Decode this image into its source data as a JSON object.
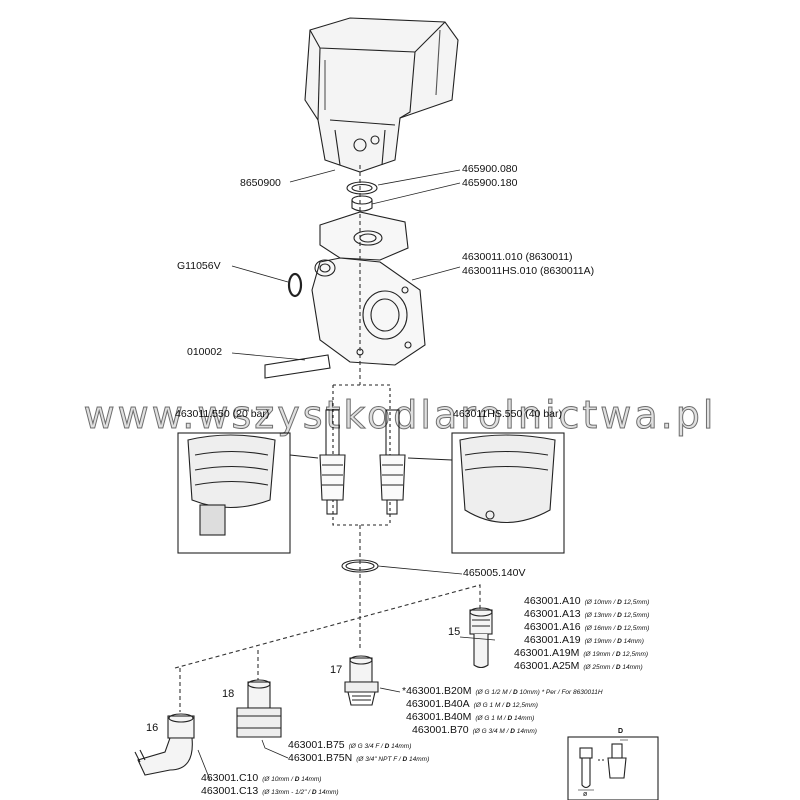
{
  "callouts": {
    "actuator": "8650900",
    "oring_top_080": "465900.080",
    "washer_180": "465900.180",
    "side_oring": "G11056V",
    "body_1": "4630011.010 (8630011)",
    "body_2": "4630011HS.010 (8630011A)",
    "clip": "010002",
    "piston_20": "463011.550 (20 bar)",
    "piston_40": "463011HS.550 (40 bar)",
    "bottom_oring": "465005.140V"
  },
  "groups": {
    "g15": {
      "number": "15",
      "items": [
        {
          "code": "463001.A10",
          "spec_pre": "(Ø 10mm / ",
          "spec_d": "D",
          "spec_post": " 12,5mm)"
        },
        {
          "code": "463001.A13",
          "spec_pre": "(Ø 13mm / ",
          "spec_d": "D",
          "spec_post": " 12,5mm)"
        },
        {
          "code": "463001.A16",
          "spec_pre": "(Ø 16mm / ",
          "spec_d": "D",
          "spec_post": " 12,5mm)"
        },
        {
          "code": "463001.A19",
          "spec_pre": "(Ø 19mm / ",
          "spec_d": "D",
          "spec_post": " 14mm)"
        },
        {
          "code": "463001.A19M",
          "spec_pre": "(Ø 19mm / ",
          "spec_d": "D",
          "spec_post": " 12,5mm)"
        },
        {
          "code": "463001.A25M",
          "spec_pre": "(Ø 25mm / ",
          "spec_d": "D",
          "spec_post": " 14mm)"
        }
      ]
    },
    "g17": {
      "number": "17",
      "items": [
        {
          "code": "*463001.B20M",
          "spec_pre": "(Ø G 1/2 M / ",
          "spec_d": "D",
          "spec_post": " 10mm) * Per / For 8630011H"
        },
        {
          "code": "463001.B40A",
          "spec_pre": "(Ø G 1 M / ",
          "spec_d": "D",
          "spec_post": " 12,5mm)"
        },
        {
          "code": "463001.B40M",
          "spec_pre": "(Ø G 1 M / ",
          "spec_d": "D",
          "spec_post": " 14mm)"
        },
        {
          "code": "463001.B70",
          "spec_pre": "(Ø G 3/4 M / ",
          "spec_d": "D",
          "spec_post": " 14mm)"
        }
      ]
    },
    "g18": {
      "number": "18",
      "items": [
        {
          "code": "463001.B75",
          "spec_pre": "(Ø G 3/4 F / ",
          "spec_d": "D",
          "spec_post": " 14mm)"
        },
        {
          "code": "463001.B75N",
          "spec_pre": "(Ø 3/4\" NPT F / ",
          "spec_d": "D",
          "spec_post": " 14mm)"
        }
      ]
    },
    "g16": {
      "number": "16",
      "items": [
        {
          "code": "463001.C10",
          "spec_pre": "(Ø 10mm / ",
          "spec_d": "D",
          "spec_post": " 14mm)"
        },
        {
          "code": "463001.C13",
          "spec_pre": "(Ø 13mm - 1/2\" / ",
          "spec_d": "D",
          "spec_post": " 14mm)"
        }
      ]
    }
  },
  "inset_labels": {
    "d": "D",
    "phi": "ø"
  },
  "watermark": "www.wszystkodlarolnictwa.pl"
}
